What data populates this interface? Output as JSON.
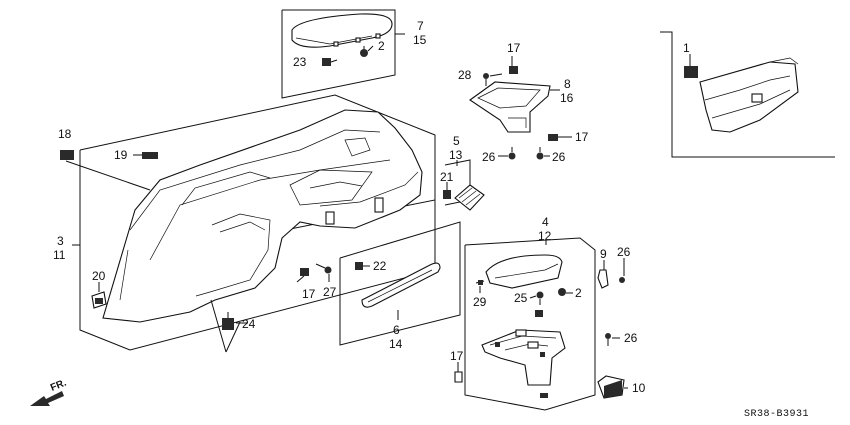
{
  "diagram_code": "SR38-B3931",
  "direction_label": "FR.",
  "callouts": {
    "c1": "1",
    "c2a": "2",
    "c2b": "2",
    "c3": "3",
    "c4": "4",
    "c5": "5",
    "c6": "6",
    "c7": "7",
    "c8": "8",
    "c9": "9",
    "c10": "10",
    "c11": "11",
    "c12": "12",
    "c13": "13",
    "c14": "14",
    "c15": "15",
    "c16": "16",
    "c17a": "17",
    "c17b": "17",
    "c17c": "17",
    "c17d": "17",
    "c18": "18",
    "c19": "19",
    "c20": "20",
    "c21": "21",
    "c22": "22",
    "c23": "23",
    "c24": "24",
    "c25": "25",
    "c26a": "26",
    "c26b": "26",
    "c26c": "26",
    "c26d": "26",
    "c27": "27",
    "c28": "28",
    "c29": "29"
  }
}
